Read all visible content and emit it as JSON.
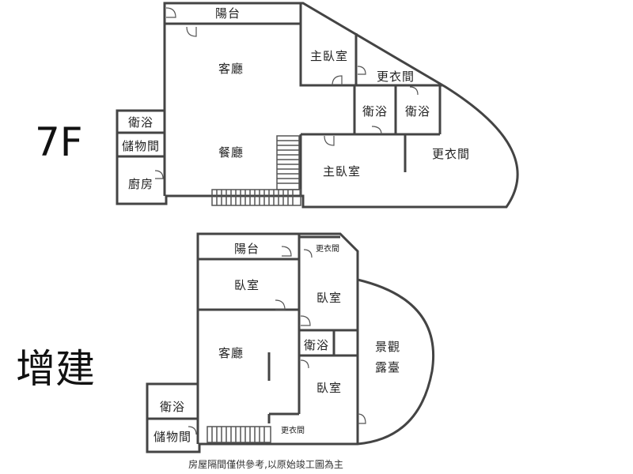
{
  "floors": {
    "upper": {
      "label": "7F",
      "rooms": {
        "balcony": "陽台",
        "living": "客廳",
        "dining": "餐廳",
        "master1": "主臥室",
        "closet1": "更衣間",
        "bath1": "衛浴",
        "bath2": "衛浴",
        "master2": "主臥室",
        "closet2": "更衣間",
        "bath3": "衛浴",
        "storage": "儲物間",
        "kitchen": "廚房"
      }
    },
    "lower": {
      "label": "增建",
      "rooms": {
        "balcony": "陽台",
        "closet1": "更衣間",
        "bedroom1": "臥室",
        "bedroom2": "臥室",
        "living": "客廳",
        "bath1": "衛浴",
        "bedroom3": "臥室",
        "terrace_line1": "景觀",
        "terrace_line2": "露臺",
        "bath2": "衛浴",
        "storage": "儲物間",
        "closet2": "更衣間"
      }
    }
  },
  "footnote": "房屋隔間僅供參考,以原始竣工圖為主",
  "colors": {
    "wall": "#444444",
    "text": "#222222",
    "background": "#ffffff"
  }
}
